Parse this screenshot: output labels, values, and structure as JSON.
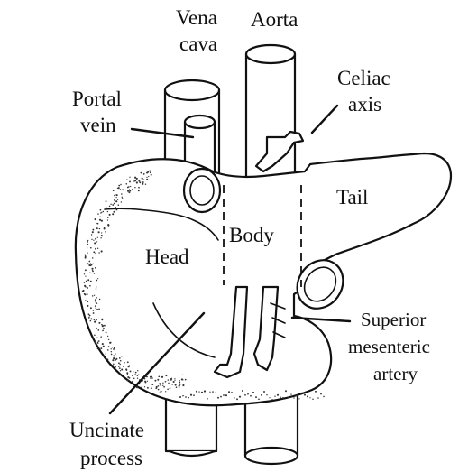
{
  "labels": {
    "vena_cava_1": "Vena",
    "vena_cava_2": "cava",
    "aorta": "Aorta",
    "portal_vein_1": "Portal",
    "portal_vein_2": "vein",
    "celiac_axis_1": "Celiac",
    "celiac_axis_2": "axis",
    "tail": "Tail",
    "body": "Body",
    "head": "Head",
    "sma_1": "Superior",
    "sma_2": "mesenteric",
    "sma_3": "artery",
    "uncinate_1": "Uncinate",
    "uncinate_2": "process"
  }
}
